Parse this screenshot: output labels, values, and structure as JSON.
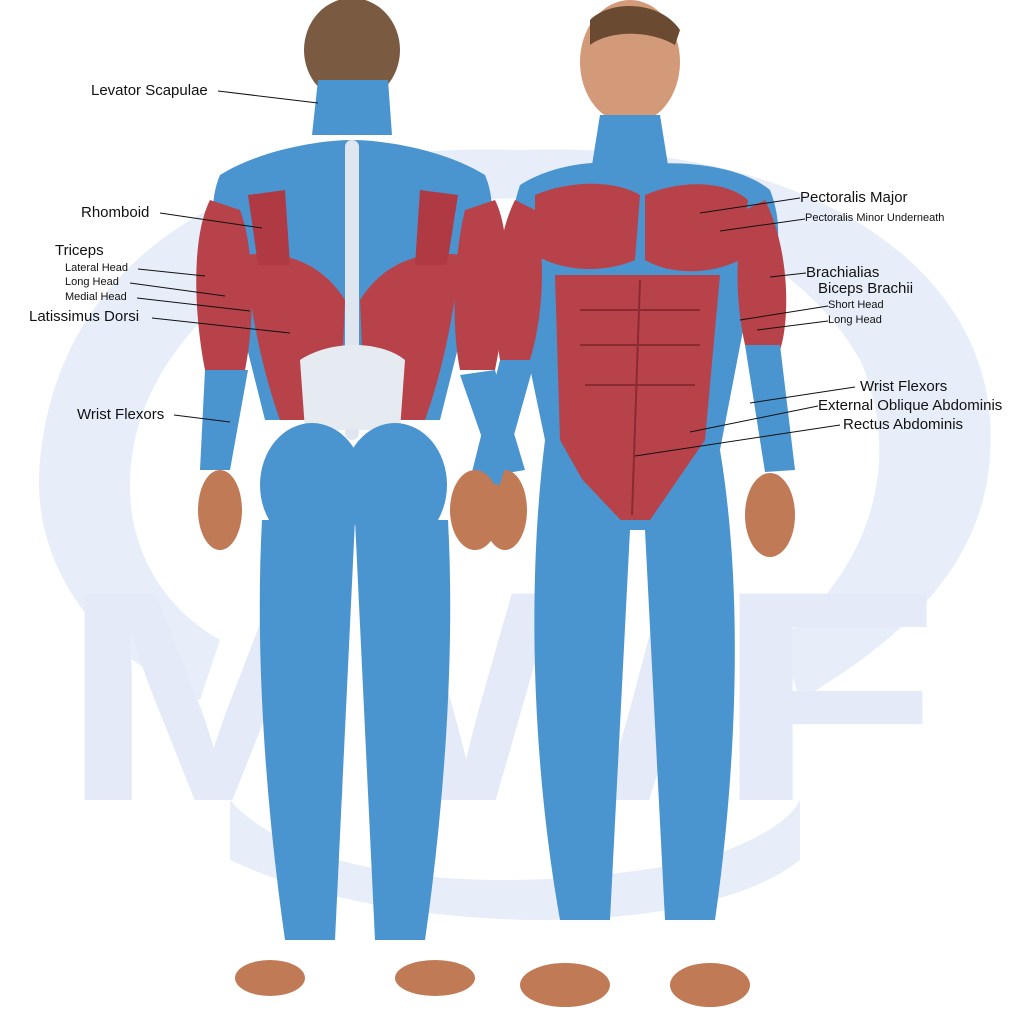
{
  "watermark": {
    "text": "MWF",
    "color": "#e6ecf8"
  },
  "colors": {
    "muscle_blue": "#4a95d0",
    "muscle_red": "#b8424a",
    "skin": "#c07a55",
    "tendon": "#dfe6f0"
  },
  "labels_left": {
    "levator_scapulae": "Levator Scapulae",
    "rhomboid": "Rhomboid",
    "triceps": "Triceps",
    "lateral_head": "Lateral Head",
    "long_head": "Long Head",
    "medial_head": "Medial Head",
    "latissimus_dorsi": "Latissimus Dorsi",
    "wrist_flexors": "Wrist Flexors"
  },
  "labels_right": {
    "pectoralis_major": "Pectoralis Major",
    "pectoralis_minor": "Pectoralis Minor Underneath",
    "brachialias": "Brachialias",
    "biceps_brachii": "Biceps Brachii",
    "short_head": "Short Head",
    "long_head": "Long Head",
    "wrist_flexors": "Wrist Flexors",
    "external_oblique": "External Oblique Abdominis",
    "rectus_abdominis": "Rectus Abdominis"
  }
}
